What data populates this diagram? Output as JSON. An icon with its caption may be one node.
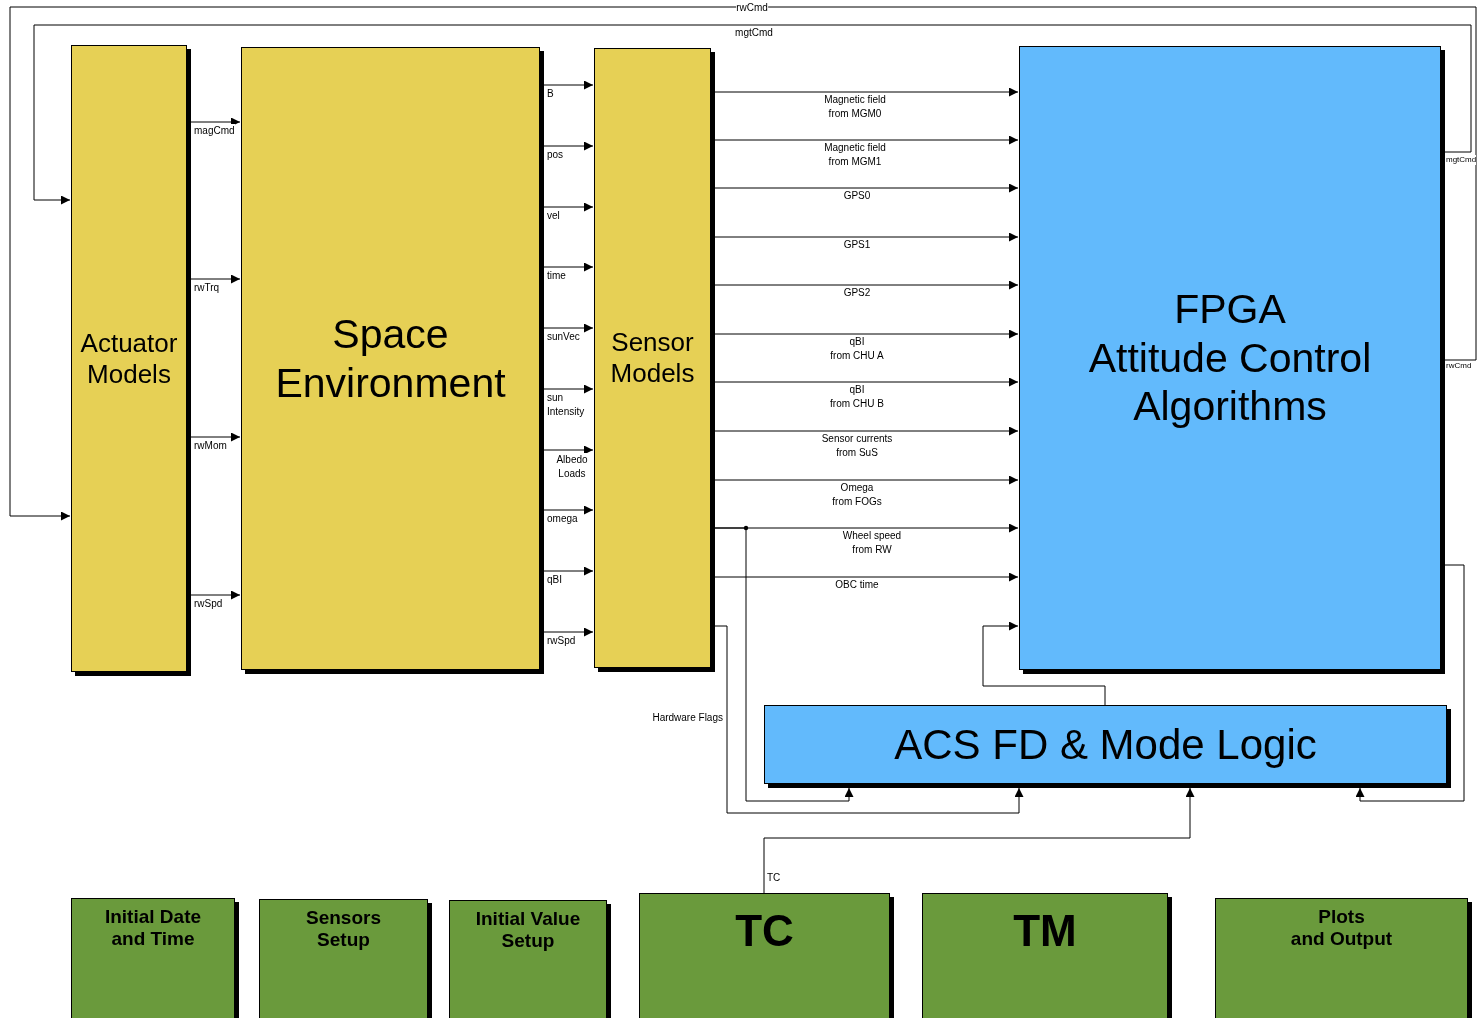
{
  "diagram": {
    "nodes": [
      {
        "text": [
          "Actuator Models"
        ]
      },
      {
        "text": [
          "Space Environment"
        ]
      },
      {
        "text": [
          "Sensor Models"
        ]
      },
      {
        "text": [
          "FPGA Attitude Control Algorithms"
        ]
      },
      {
        "text": [
          "ACS FD & Mode Logic"
        ]
      },
      {
        "text": [
          "Initial Date and Time"
        ]
      },
      {
        "text": [
          "Sensors Setup"
        ]
      },
      {
        "text": [
          "Initial Value Setup"
        ]
      },
      {
        "text": [
          "TC"
        ]
      },
      {
        "text": [
          "TM"
        ]
      },
      {
        "text": [
          "Plots and Output"
        ]
      }
    ],
    "edges": [
      {
        "from": 0,
        "to": 1,
        "arrow": "to",
        "label": "magCmd"
      },
      {
        "from": 0,
        "to": 1,
        "arrow": "to",
        "label": "rwTrq"
      },
      {
        "from": 0,
        "to": 1,
        "arrow": "to",
        "label": "rwMom"
      },
      {
        "from": 0,
        "to": 1,
        "arrow": "to",
        "label": "rwSpd"
      },
      {
        "from": 1,
        "to": 2,
        "arrow": "to",
        "label": "B"
      },
      {
        "from": 1,
        "to": 2,
        "arrow": "to",
        "label": "pos"
      },
      {
        "from": 1,
        "to": 2,
        "arrow": "to",
        "label": "vel"
      },
      {
        "from": 1,
        "to": 2,
        "arrow": "to",
        "label": "time"
      },
      {
        "from": 1,
        "to": 2,
        "arrow": "to",
        "label": "sunVec"
      },
      {
        "from": 1,
        "to": 2,
        "arrow": "to",
        "label": "sun Intensity"
      },
      {
        "from": 1,
        "to": 2,
        "arrow": "to",
        "label": "Albedo Loads"
      },
      {
        "from": 1,
        "to": 2,
        "arrow": "to",
        "label": "omega"
      },
      {
        "from": 1,
        "to": 2,
        "arrow": "to",
        "label": "qBI"
      },
      {
        "from": 1,
        "to": 2,
        "arrow": "to",
        "label": "rwSpd"
      },
      {
        "from": 2,
        "to": 3,
        "arrow": "to",
        "label": "Magnetic field from MGM0"
      },
      {
        "from": 2,
        "to": 3,
        "arrow": "to",
        "label": "Magnetic field from MGM1"
      },
      {
        "from": 2,
        "to": 3,
        "arrow": "to",
        "label": "GPS0"
      },
      {
        "from": 2,
        "to": 3,
        "arrow": "to",
        "label": "GPS1"
      },
      {
        "from": 2,
        "to": 3,
        "arrow": "to",
        "label": "GPS2"
      },
      {
        "from": 2,
        "to": 3,
        "arrow": "to",
        "label": "qBI from CHU A"
      },
      {
        "from": 2,
        "to": 3,
        "arrow": "to",
        "label": "qBI from CHU B"
      },
      {
        "from": 2,
        "to": 3,
        "arrow": "to",
        "label": "Sensor currents from SuS"
      },
      {
        "from": 2,
        "to": 3,
        "arrow": "to",
        "label": "Omega from FOGs"
      },
      {
        "from": 2,
        "to": 3,
        "arrow": "to",
        "label": "Wheel speed from RW"
      },
      {
        "from": 2,
        "to": 3,
        "arrow": "to",
        "label": "OBC time"
      },
      {
        "from": 3,
        "to": 0,
        "arrow": "to",
        "label": "rwCmd"
      },
      {
        "from": 3,
        "to": 0,
        "arrow": "to",
        "label": "mgtCmd"
      },
      {
        "from": 2,
        "to": 4,
        "arrow": "to"
      },
      {
        "from": 2,
        "to": 4,
        "arrow": "to",
        "label": "Hardware Flags"
      },
      {
        "from": 4,
        "to": 3,
        "arrow": "to"
      },
      {
        "from": 3,
        "to": 4,
        "arrow": "to"
      },
      {
        "from": 8,
        "to": 4,
        "arrow": "to",
        "label": "TC"
      }
    ],
    "labels": [
      "mgtCmd",
      "rwCmd"
    ]
  }
}
